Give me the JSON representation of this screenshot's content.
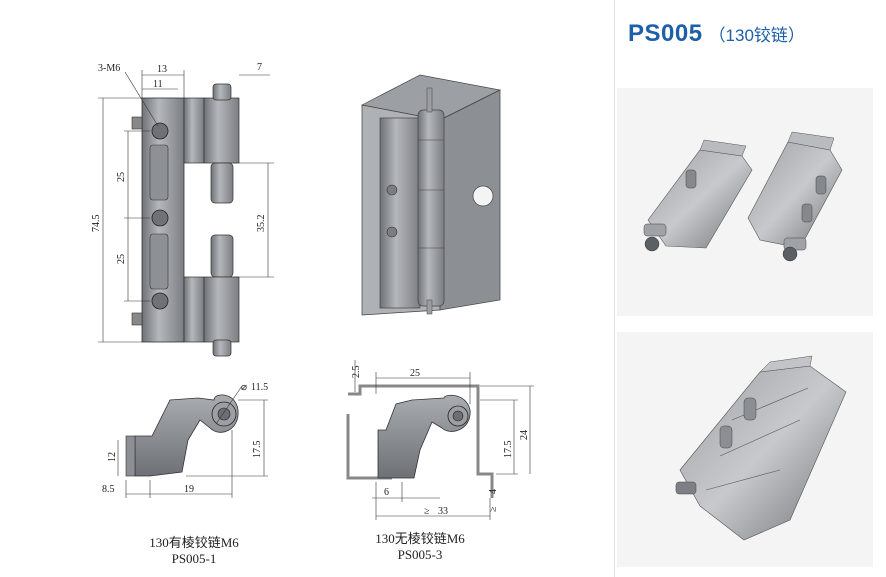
{
  "header": {
    "code": "PS005",
    "subtitle": "（130铰链）"
  },
  "drawings": {
    "front_view": {
      "dims": {
        "holes": "3-M6",
        "w13": "13",
        "w11": "11",
        "w7": "7",
        "h745": "74.5",
        "p25a": "25",
        "p25b": "25",
        "h352": "35.2"
      }
    },
    "side_view_1": {
      "dims": {
        "d115": "11.5",
        "h12": "12",
        "h175": "17.5",
        "w85": "8.5",
        "w19": "19"
      },
      "caption_line1": "130有棱铰链M6",
      "caption_line2": "PS005-1"
    },
    "side_view_3": {
      "dims": {
        "t25": "2.5",
        "w25": "25",
        "h175": "17.5",
        "h24": "24",
        "w6": "6",
        "w33": "33",
        "ge": "≥",
        "d4": "4",
        "ge4": "≥"
      },
      "caption_line1": "130无棱铰链M6",
      "caption_line2": "PS005-3"
    }
  },
  "colors": {
    "brand": "#1d5fa8",
    "metal": "#8a8d92",
    "metal_light": "#b5b8bc",
    "metal_dark": "#5e6166"
  }
}
